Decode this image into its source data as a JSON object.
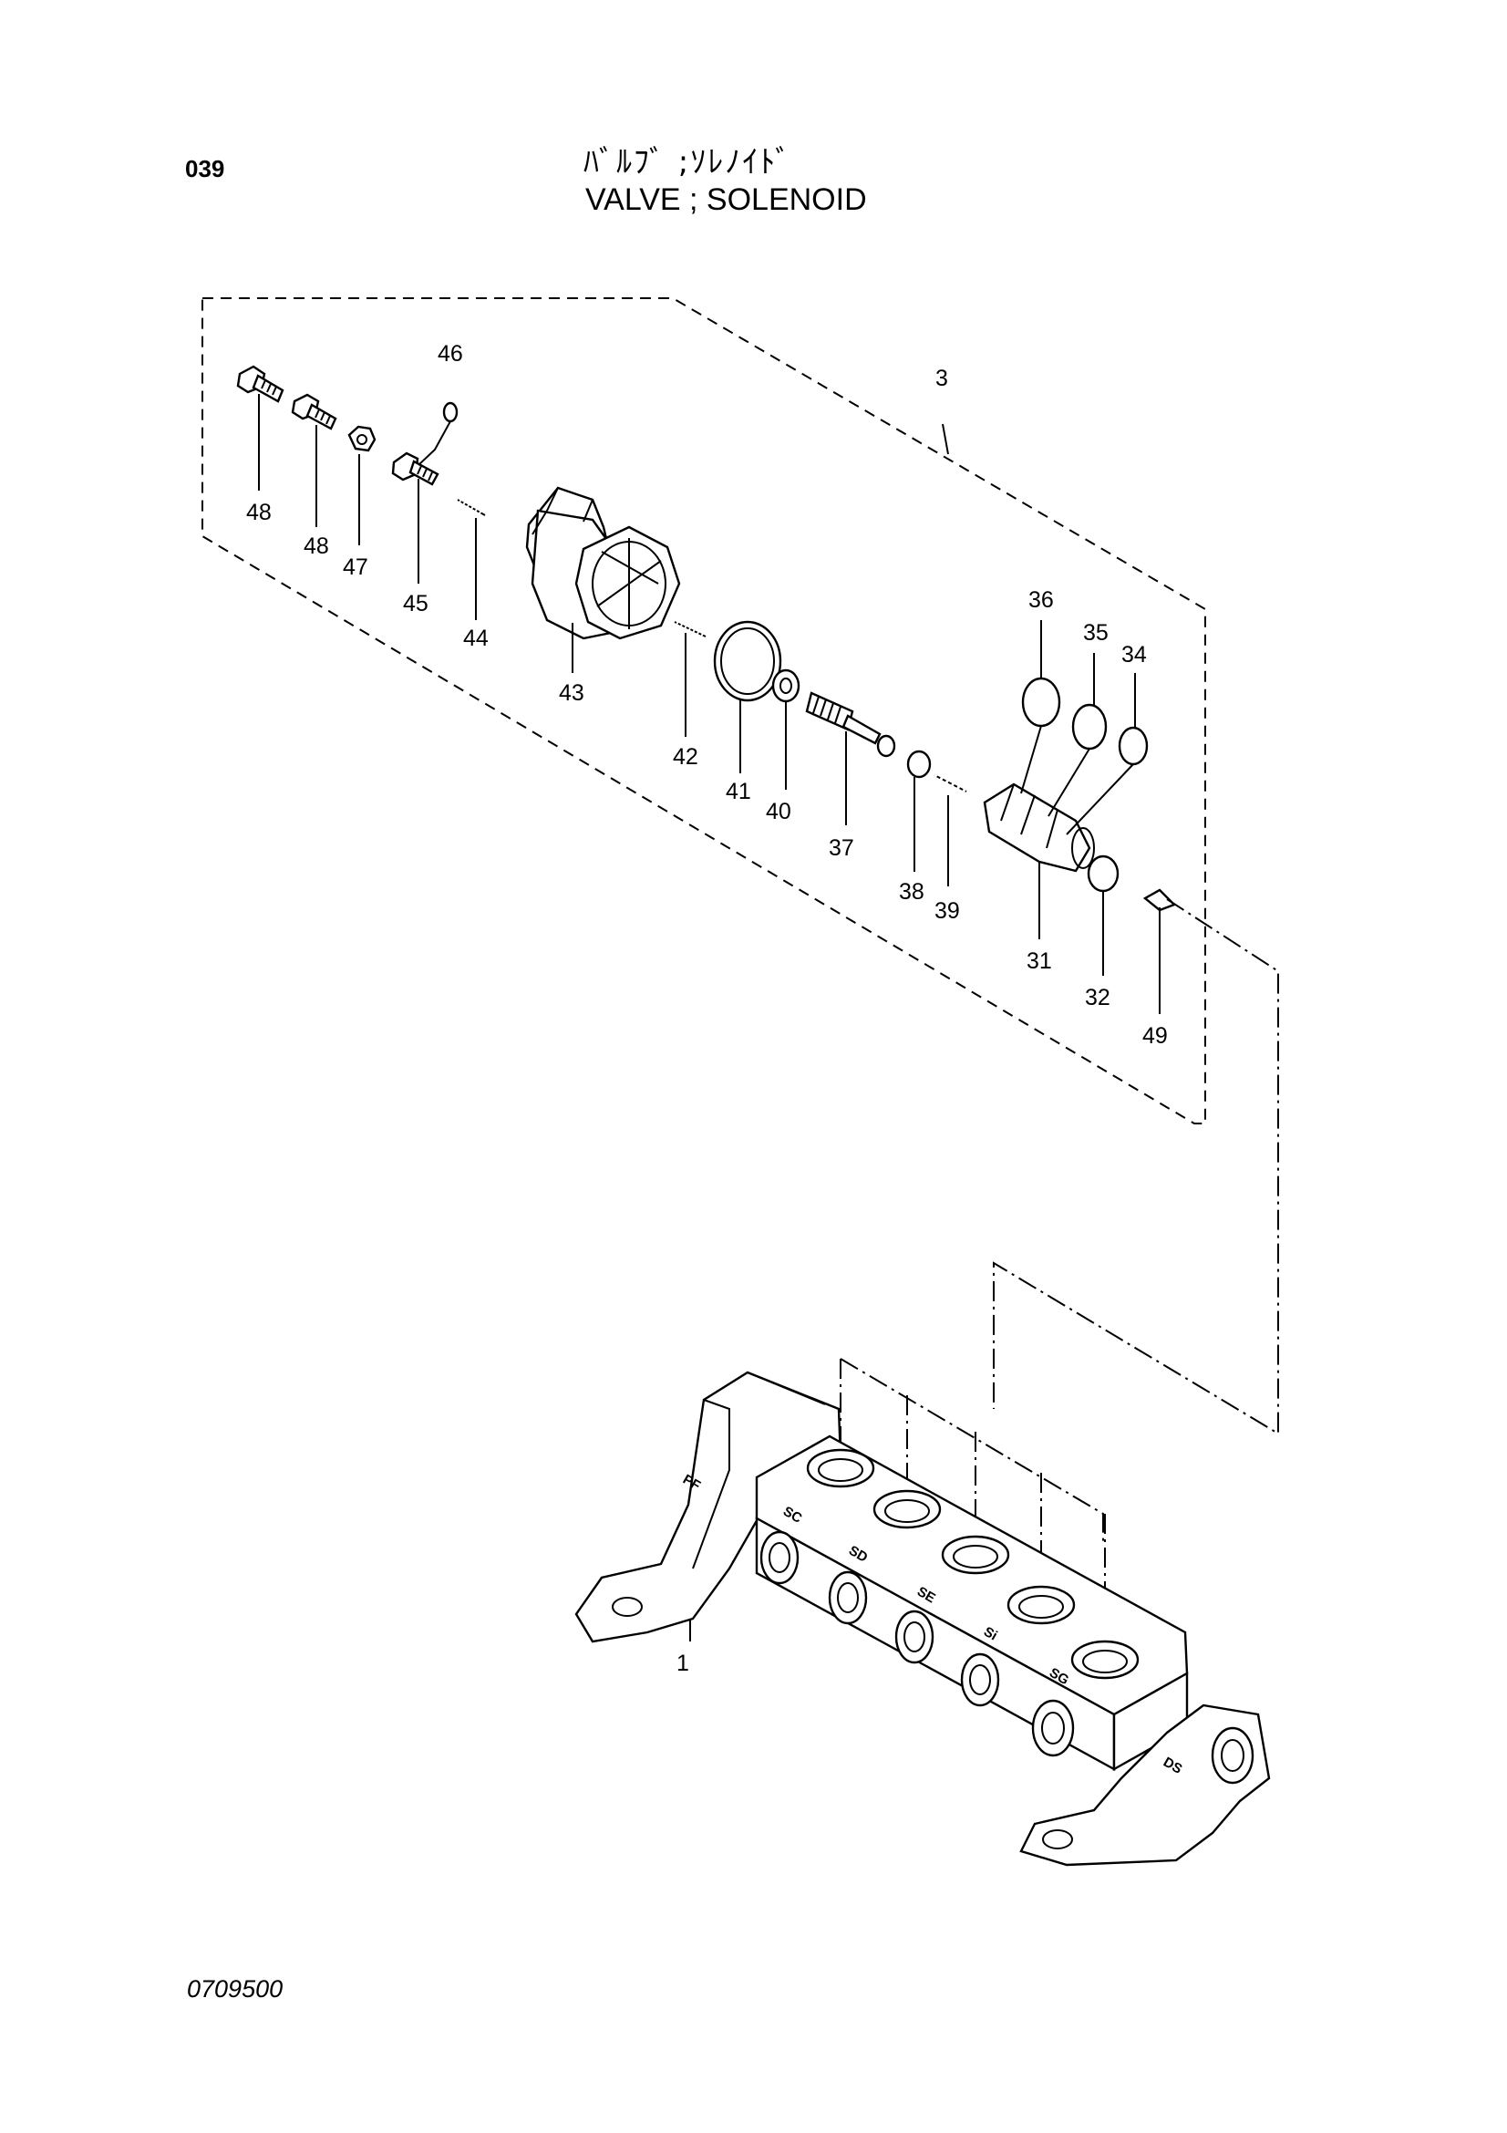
{
  "header": {
    "page_number": "039",
    "title_jp": "ﾊﾞﾙﾌﾞ ;ｿﾚﾉｲﾄﾞ",
    "title_en": "VALVE ; SOLENOID"
  },
  "footer": {
    "doc_code": "0709500"
  },
  "callouts": {
    "p1": "1",
    "p3": "3",
    "p31": "31",
    "p32": "32",
    "p34": "34",
    "p35": "35",
    "p36": "36",
    "p37": "37",
    "p38": "38",
    "p39": "39",
    "p40": "40",
    "p41": "41",
    "p42": "42",
    "p43": "43",
    "p44": "44",
    "p45": "45",
    "p46": "46",
    "p47": "47",
    "p48a": "48",
    "p48b": "48",
    "p49": "49"
  },
  "ports": {
    "pf": "PF",
    "sc": "SC",
    "sd": "SD",
    "se": "SE",
    "si": "Si",
    "sg": "SG",
    "ds": "DS"
  }
}
